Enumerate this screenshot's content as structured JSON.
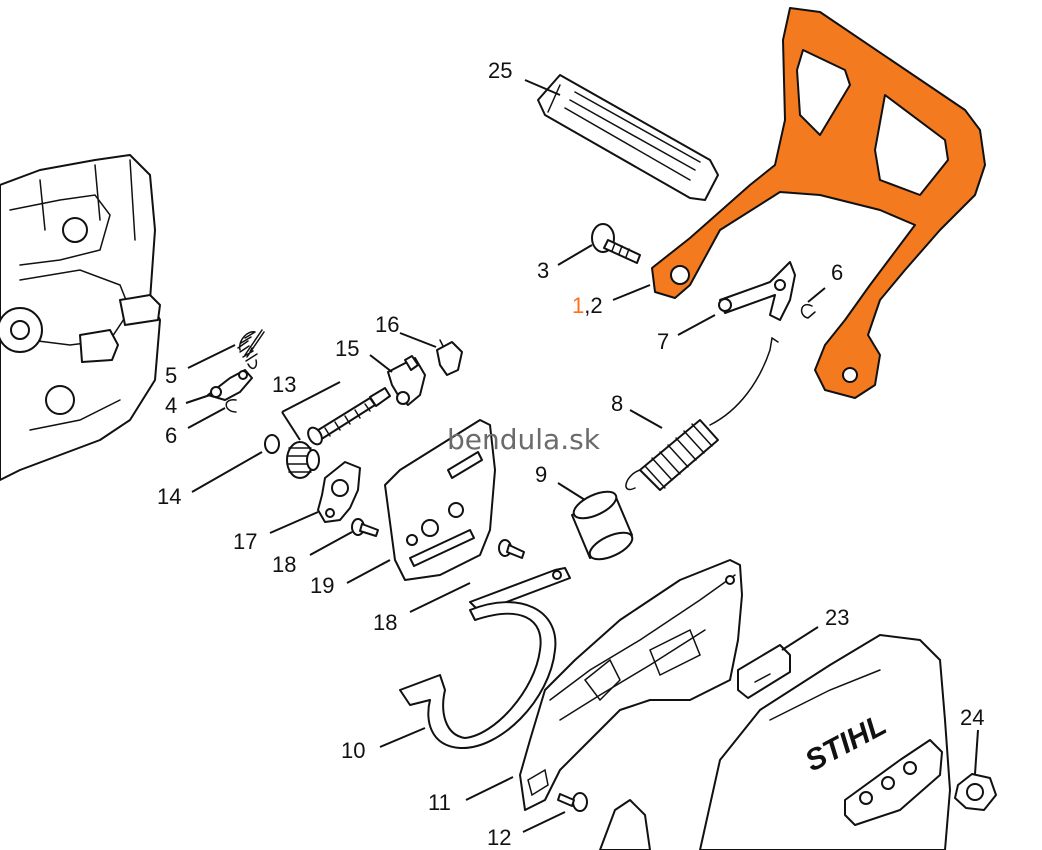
{
  "watermark": "bendula.sk",
  "brand_logo": "STIHL",
  "colors": {
    "highlight": "#f47a20",
    "label_highlight": "#ff6f1e",
    "ink": "#111111"
  },
  "labels": {
    "p25": "25",
    "p3": "3",
    "p1_a": "1",
    "p1_b": ",2",
    "p6_top": "6",
    "p7": "7",
    "p16": "16",
    "p15": "15",
    "p5": "5",
    "p13": "13",
    "p4": "4",
    "p6_left": "6",
    "p8": "8",
    "p14": "14",
    "p9": "9",
    "p17": "17",
    "p18_a": "18",
    "p19": "19",
    "p18_b": "18",
    "p23": "23",
    "p10": "10",
    "p24": "24",
    "p11": "11",
    "p12": "12"
  }
}
